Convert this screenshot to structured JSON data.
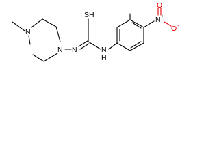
{
  "molecule": {
    "atoms": {
      "nitrogen": "N",
      "thiol": "SH",
      "amine_h": "H",
      "nitro_n": "N",
      "nitro_charge": "+",
      "oxygen": "O",
      "oxygen_charge": "-"
    }
  },
  "colors": {
    "bond": "#000000",
    "oxygen": "#e00000",
    "nitrogen": "#000000"
  }
}
